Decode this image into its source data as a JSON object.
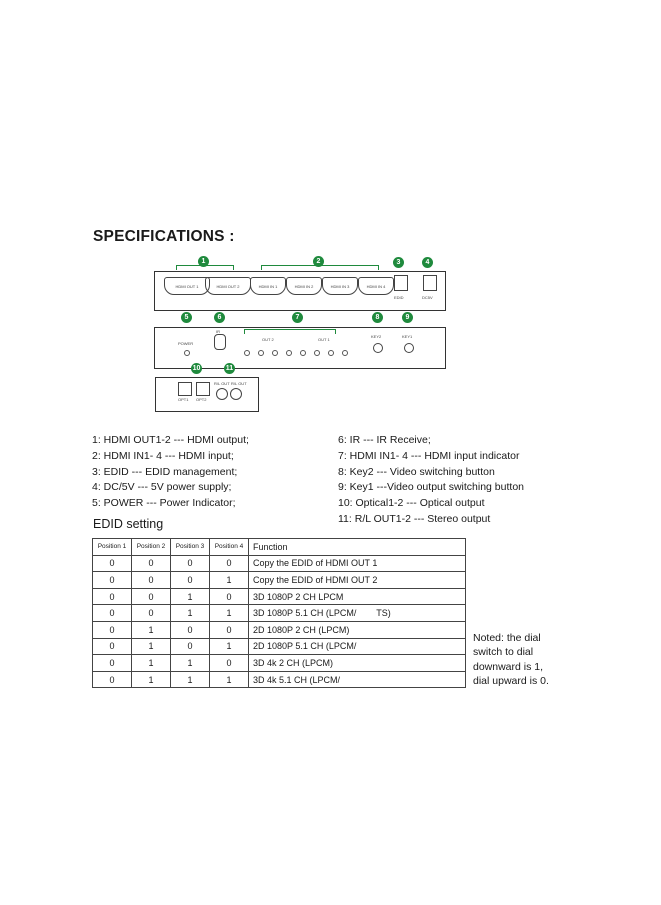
{
  "title": "SPECIFICATIONS :",
  "diagram": {
    "badges": [
      "1",
      "2",
      "3",
      "4",
      "5",
      "6",
      "7",
      "8",
      "9",
      "10",
      "11"
    ],
    "out_ports": [
      "HDMI OUT 1",
      "HDMI OUT 2"
    ],
    "in_ports": [
      "HDMI IN 1",
      "HDMI IN 2",
      "HDMI IN 3",
      "HDMI IN 4"
    ],
    "edid_label": "EDID",
    "dc_label": "DC5V",
    "power_label": "POWER",
    "ir_label": "IR",
    "out_group_a": "OUT 2",
    "out_group_b": "OUT 1",
    "key2_label": "KEY2",
    "key1_label": "KEY1",
    "opt1": "OPT1",
    "opt2": "OPT2",
    "rl1": "R/L OUT",
    "rl2": "R/L OUT"
  },
  "legend_left": [
    "1:  HDMI OUT1-2 --- HDMI output;",
    "2:  HDMI IN1- 4 --- HDMI input;",
    "3:  EDID --- EDID management;",
    "4:  DC/5V --- 5V power supply;",
    "5:  POWER --- Power Indicator;"
  ],
  "legend_right": [
    "6:  IR --- IR Receive;",
    "7:  HDMI IN1- 4 --- HDMI input indicator",
    "8:  Key2 --- Video switching button",
    "9:  Key1 ---Video output switching button",
    "10:  Optical1-2 --- Optical output",
    "11:  R/L OUT1-2 --- Stereo output"
  ],
  "edid_heading": "EDID setting",
  "table": {
    "headers": [
      "Position 1",
      "Position 2",
      "Position 3",
      "Position 4",
      "Function"
    ],
    "rows": [
      [
        "0",
        "0",
        "0",
        "0",
        "Copy the EDID of HDMI OUT 1"
      ],
      [
        "0",
        "0",
        "0",
        "1",
        "Copy the EDID of HDMI OUT 2"
      ],
      [
        "0",
        "0",
        "1",
        "0",
        "3D 1080P 2 CH LPCM"
      ],
      [
        "0",
        "0",
        "1",
        "1",
        "3D 1080P 5.1 CH (LPCM/        TS)"
      ],
      [
        "0",
        "1",
        "0",
        "0",
        "2D 1080P 2 CH (LPCM)"
      ],
      [
        "0",
        "1",
        "0",
        "1",
        "2D 1080P 5.1 CH (LPCM/"
      ],
      [
        "0",
        "1",
        "1",
        "0",
        "3D 4k 2 CH (LPCM)"
      ],
      [
        "0",
        "1",
        "1",
        "1",
        "3D 4k 5.1 CH (LPCM/"
      ]
    ]
  },
  "note": [
    "Noted: the dial",
    "switch to dial",
    "downward is 1,",
    "dial upward is 0."
  ]
}
